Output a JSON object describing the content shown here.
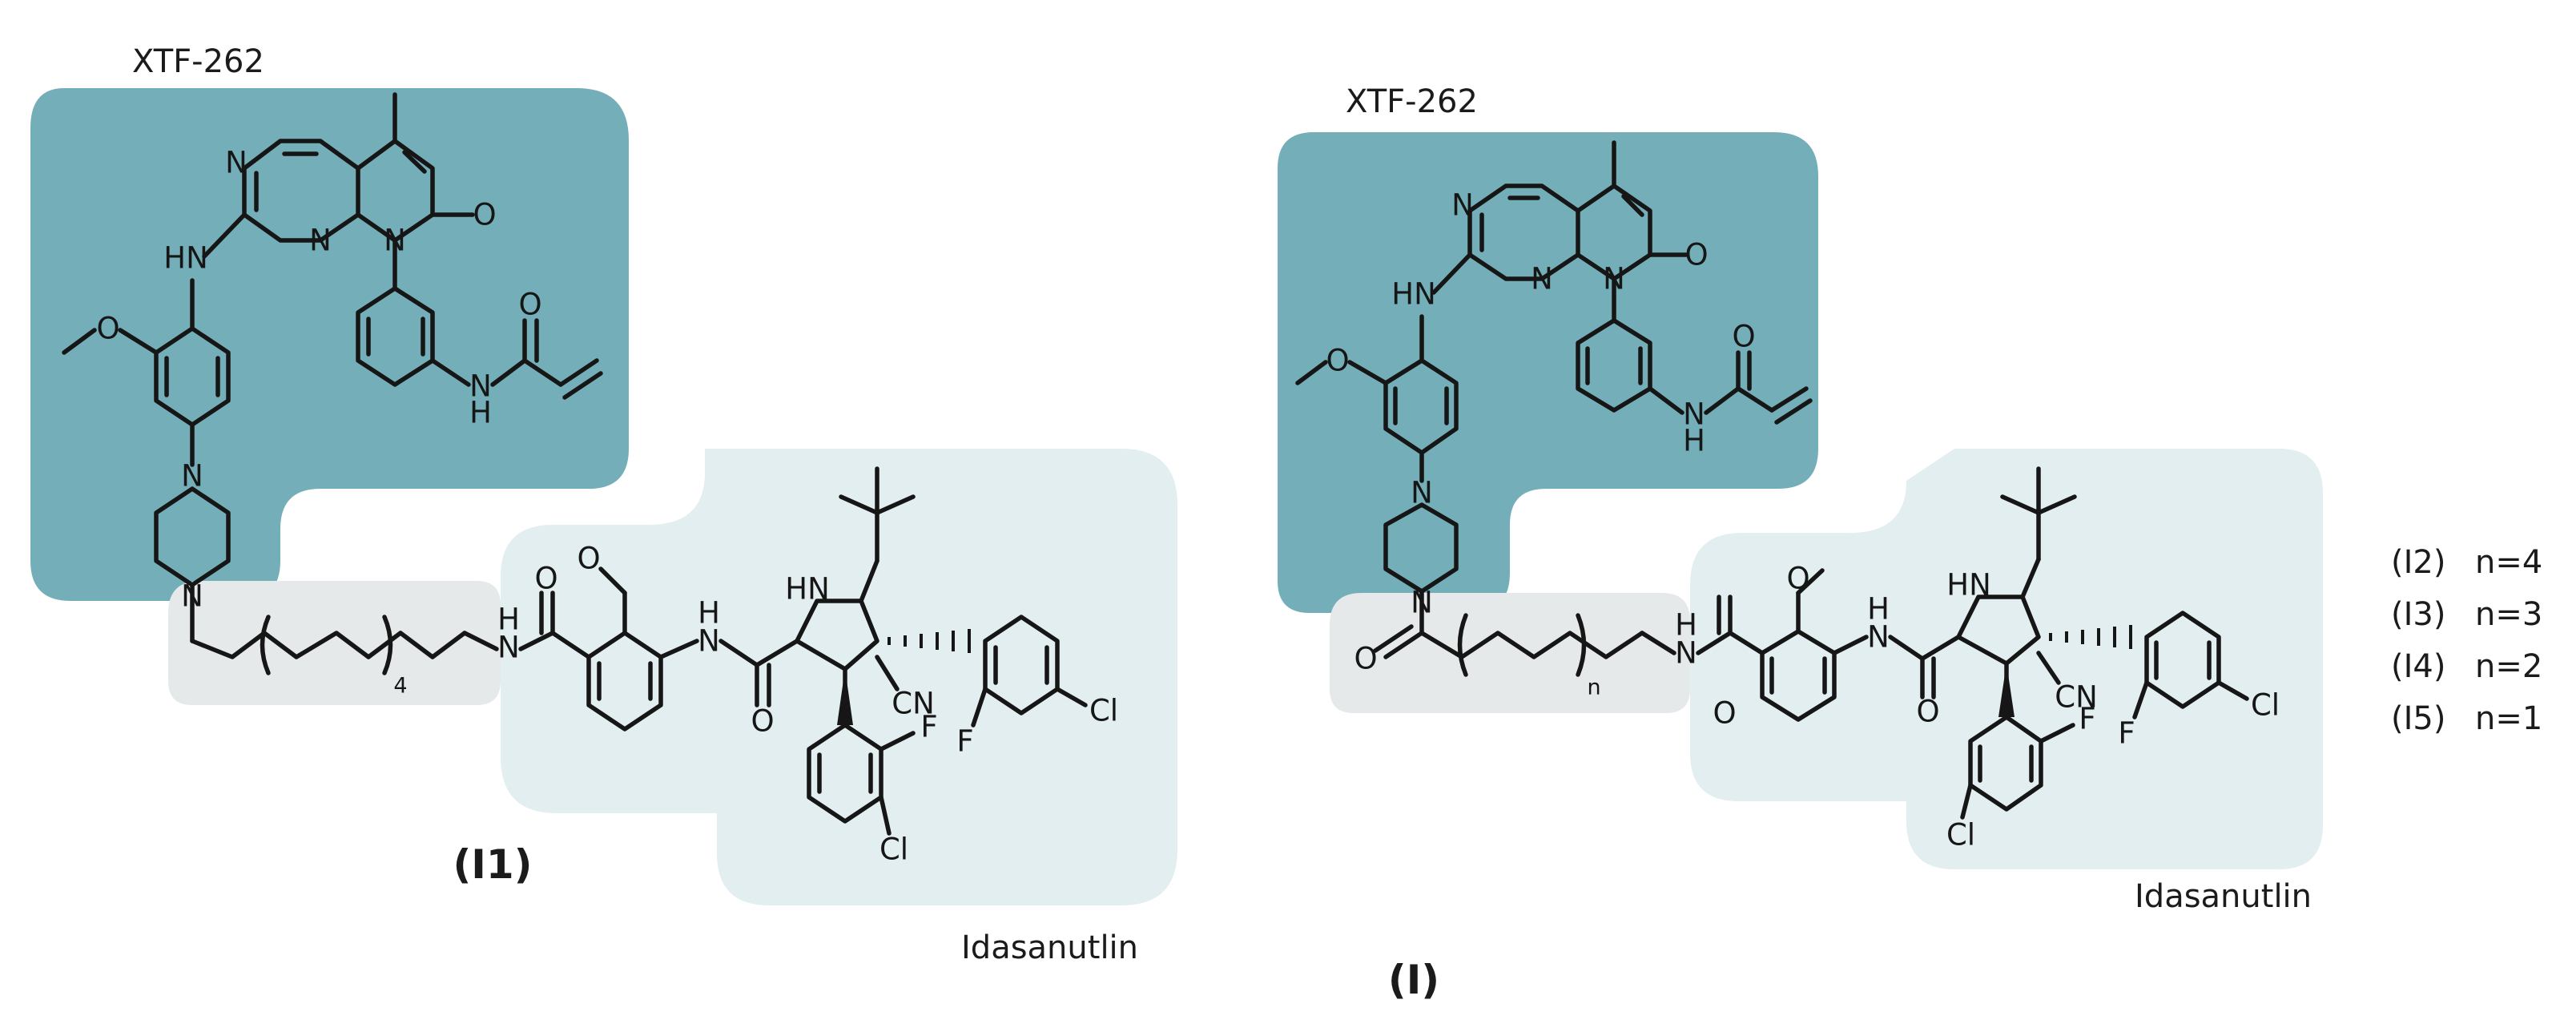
{
  "colors": {
    "xtf_region": "#74afb9",
    "idasanutlin_region": "#e2eeef",
    "linker_region": "#e6e9ea",
    "bond": "#161616"
  },
  "labels": {
    "xtf_left": "XTF-262",
    "xtf_right": "XTF-262",
    "ida_left": "Idasanutlin",
    "ida_right": "Idasanutlin",
    "compound_left": "(I1)",
    "compound_right": "(I)"
  },
  "atoms": {
    "n": "N",
    "o": "O",
    "hn": "HN",
    "nh": "H",
    "h": "H",
    "f": "F",
    "cl": "Cl",
    "cn": "CN",
    "repeat_left": "4",
    "repeat_right": "n"
  },
  "series": [
    {
      "label": "(I2)",
      "value": "n=4"
    },
    {
      "label": "(I3)",
      "value": "n=3"
    },
    {
      "label": "(I4)",
      "value": "n=2"
    },
    {
      "label": "(I5)",
      "value": "n=1"
    }
  ]
}
